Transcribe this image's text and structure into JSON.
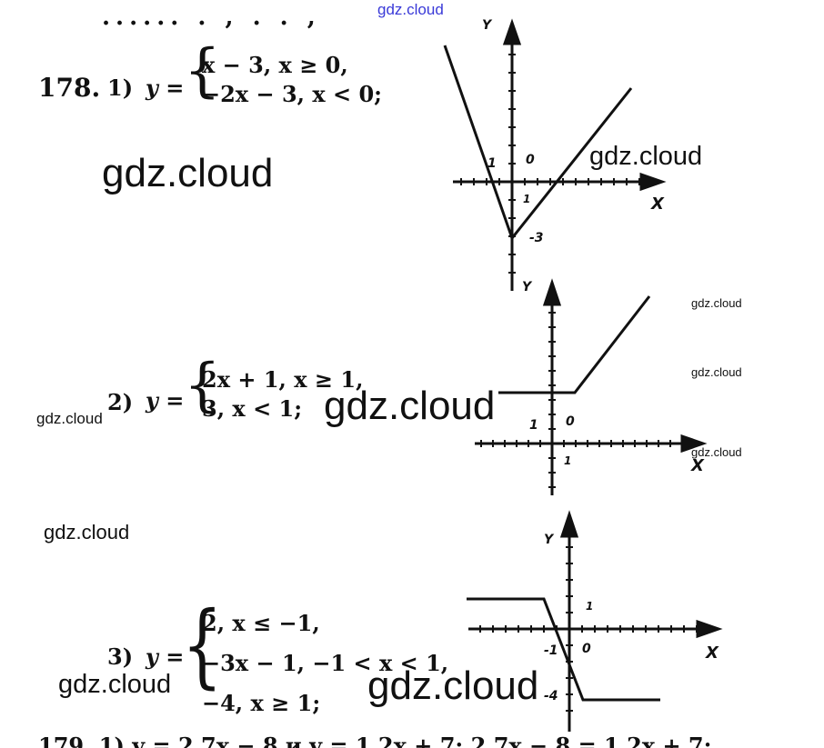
{
  "top_watermark": "gdz.cloud",
  "top_cut_text": "......  .  ,  .  .  ,",
  "problem_number": "178.",
  "part1": {
    "label": "1)",
    "lhs": "y =",
    "case1": "x − 3,   x ≥ 0,",
    "case2": "−2x − 3,   x < 0;"
  },
  "part2": {
    "label": "2)",
    "lhs": "y =",
    "case1": "2x + 1,   x ≥ 1,",
    "case2": "3,   x < 1;"
  },
  "part3": {
    "label": "3)",
    "lhs": "y =",
    "case1": "2,   x ≤ −1,",
    "case2": "−3x − 1,   −1 < x < 1,",
    "case3": "−4,   x ≥ 1;"
  },
  "graph1": {
    "y_axis": "Y",
    "x_axis": "X",
    "label_1": "1",
    "label_0": "0",
    "label_1b": "1",
    "label_m3": "-3"
  },
  "graph2": {
    "y_axis": "Y",
    "x_axis": "X",
    "label_1": "1",
    "label_0": "0",
    "label_1b": "1"
  },
  "graph3": {
    "y_axis": "Y",
    "x_axis": "X",
    "label_1": "1",
    "label_m1": "-1",
    "label_0": "0",
    "label_m4": "-4"
  },
  "bottom_line": "179. 1) y = 2,7x − 8 и y = 1,2x + 7;  2,7x − 8 = 1,2x + 7;",
  "watermarks": [
    "gdz.cloud",
    "gdz.cloud",
    "gdz.cloud",
    "gdz.cloud",
    "gdz.cloud",
    "gdz.cloud",
    "gdz.cloud",
    "gdz.cloud",
    "gdz.cloud",
    "gdz.cloud",
    "gdz.cloud"
  ]
}
